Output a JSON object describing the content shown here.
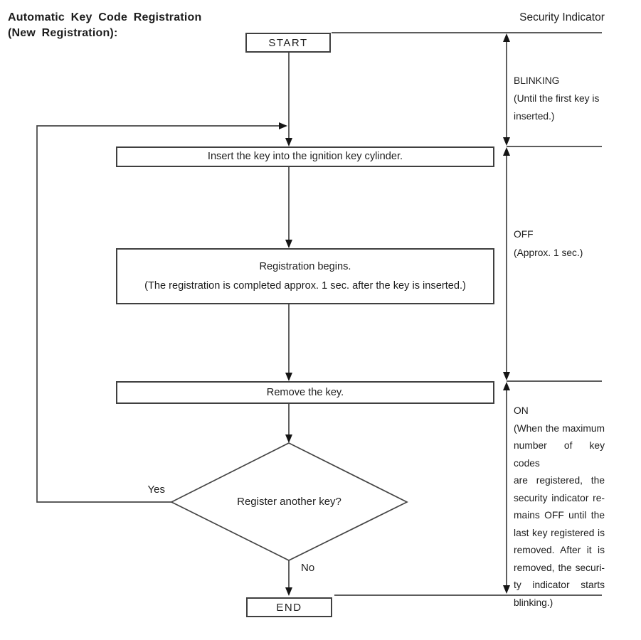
{
  "title": {
    "line1": "Automatic Key Code Registration",
    "line2": "(New Registration):"
  },
  "security_header": "Security Indicator",
  "flowchart": {
    "start_label": "START",
    "steps": [
      {
        "text": "Insert the key into the ignition key cylinder."
      },
      {
        "line1": "Registration begins.",
        "line2": "(The registration is completed approx. 1 sec. after the key is inserted.)"
      },
      {
        "text": "Remove the key."
      }
    ],
    "decision": {
      "question": "Register another key?",
      "yes_label": "Yes",
      "no_label": "No"
    },
    "end_label": "END"
  },
  "indicator_states": [
    {
      "label": "BLINKING",
      "lines": [
        "(Until the first key is",
        "inserted.)"
      ]
    },
    {
      "label": "OFF",
      "lines": [
        "(Approx. 1 sec.)"
      ]
    },
    {
      "label": "ON",
      "lines": [
        "(When the maximum",
        "number of key codes",
        "are registered, the",
        "security indicator re-",
        "mains OFF until the",
        "last key registered is",
        "removed. After it is",
        "removed, the securi-",
        "ty indicator starts",
        "blinking.)"
      ]
    }
  ],
  "colors": {
    "line": "#454545",
    "arrow": "#151515",
    "text": "#1d1d1d",
    "background": "#ffffff"
  }
}
